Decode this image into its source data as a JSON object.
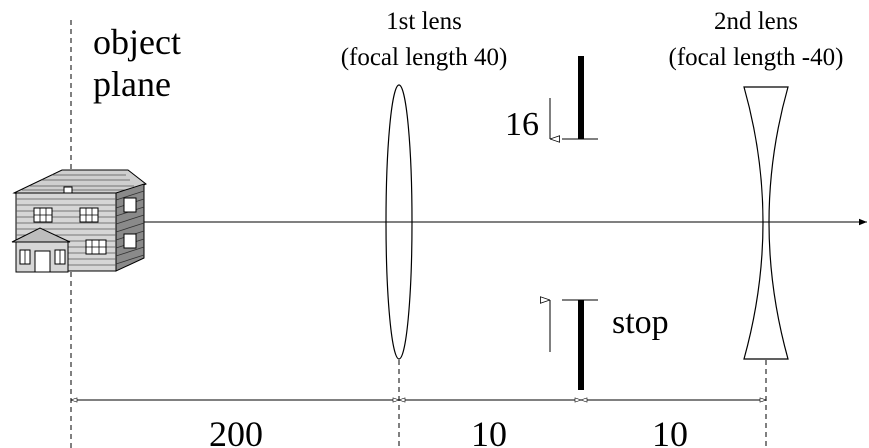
{
  "labels": {
    "object_plane_line1": "object",
    "object_plane_line2": "plane",
    "lens1_title": "1st lens",
    "lens1_focal": "(focal length 40)",
    "lens2_title": "2nd lens",
    "lens2_focal": "(focal length -40)",
    "aperture_value": "16",
    "stop": "stop"
  },
  "distances": {
    "object_to_lens1": "200",
    "lens1_to_stop": "10",
    "stop_to_lens2": "10"
  },
  "icons": {
    "object": "house-icon"
  }
}
